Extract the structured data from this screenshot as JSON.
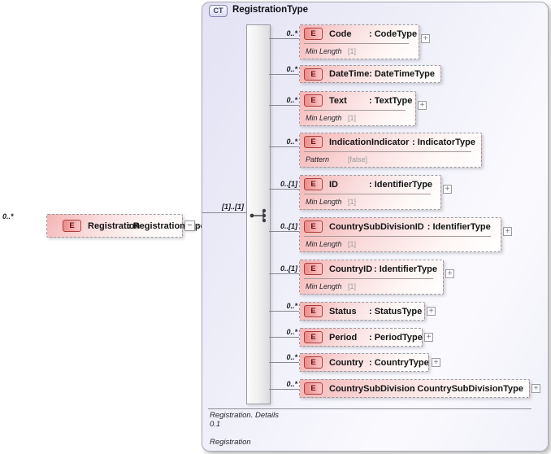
{
  "icons": {
    "element_badge": "E",
    "ct_badge": "CT",
    "expand": "+",
    "collapse": "−"
  },
  "colors": {
    "element_fill": "#f5b4b4",
    "element_badge_border": "#ad3d3d",
    "panel_fill": "#e2e2f4",
    "ct_badge_border": "#8181ac",
    "line": "#88888e",
    "facet_value": "#9b9b9b"
  },
  "root_element": {
    "cardinality": "0..*",
    "name": "Registration",
    "type_label": ": RegistrationType"
  },
  "panel": {
    "badge": "CT",
    "title": "RegistrationType",
    "connector_cardinality": "[1]..[1]",
    "group": "sequence",
    "elements": [
      {
        "cardinality": "0..*",
        "name": "Code",
        "type_label": ": CodeType",
        "facet_name": "Min Length",
        "facet_value": "[1]"
      },
      {
        "cardinality": "0..*",
        "name": "DateTime",
        "type_label": ": DateTimeType"
      },
      {
        "cardinality": "0..*",
        "name": "Text",
        "type_label": ": TextType",
        "facet_name": "Min Length",
        "facet_value": "[1]"
      },
      {
        "cardinality": "0..*",
        "name": "IndicationIndicator",
        "type_label": ": IndicatorType",
        "facet_name": "Pattern",
        "facet_value": "[false]"
      },
      {
        "cardinality": "0..[1]",
        "name": "ID",
        "type_label": ": IdentifierType",
        "facet_name": "Min Length",
        "facet_value": "[1]"
      },
      {
        "cardinality": "0..[1]",
        "name": "CountrySubDivisionID",
        "type_label": ": IdentifierType",
        "facet_name": "Min Length",
        "facet_value": "[1]"
      },
      {
        "cardinality": "0..[1]",
        "name": "CountryID",
        "type_label": ": IdentifierType",
        "facet_name": "Min Length",
        "facet_value": "[1]"
      },
      {
        "cardinality": "0..*",
        "name": "Status",
        "type_label": ": StatusType"
      },
      {
        "cardinality": "0..*",
        "name": "Period",
        "type_label": ": PeriodType"
      },
      {
        "cardinality": "0..*",
        "name": "Country",
        "type_label": ": CountryType"
      },
      {
        "cardinality": "0..*",
        "name": "CountrySubDivision",
        "type_label": ": CountrySubDivisionType"
      }
    ],
    "footer": {
      "line1": "Registration. Details",
      "line2": "0.1",
      "line3": "Registration"
    }
  }
}
